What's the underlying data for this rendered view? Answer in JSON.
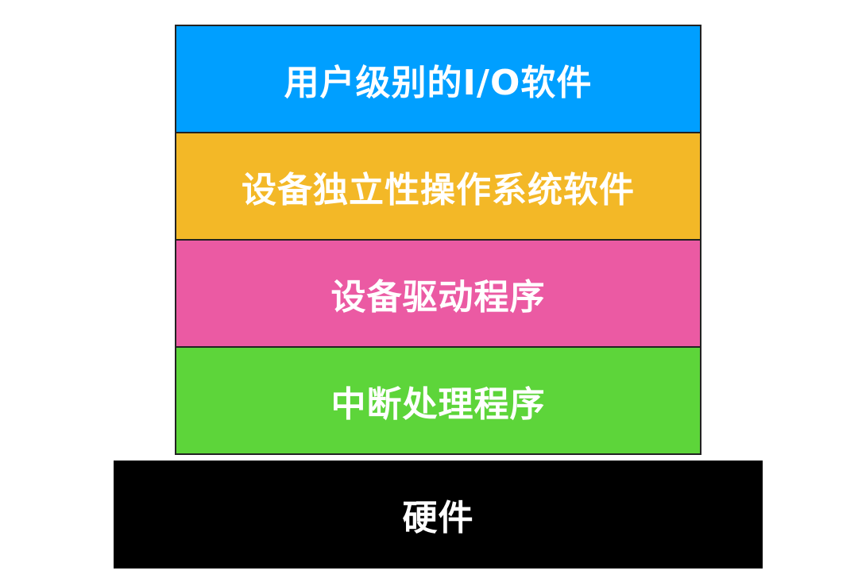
{
  "layers": [
    {
      "label": "用户级别的I/O软件",
      "color": "#009FFF"
    },
    {
      "label": "设备独立性操作系统软件",
      "color": "#F3B827"
    },
    {
      "label": "设备驱动程序",
      "color": "#EB5AA3"
    },
    {
      "label": "中断处理程序",
      "color": "#5DD53A"
    }
  ],
  "hardware": {
    "label": "硬件",
    "color": "#000000"
  }
}
